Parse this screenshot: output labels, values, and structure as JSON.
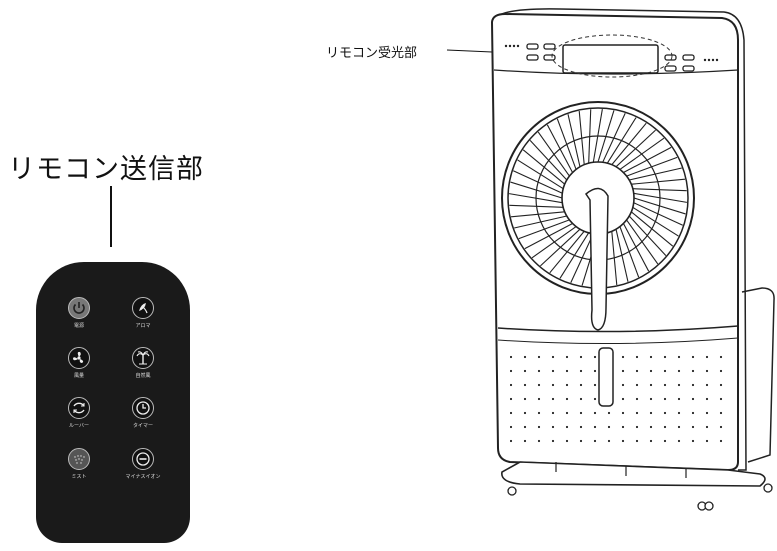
{
  "labels": {
    "remote_transmitter": "リモコン送信部",
    "remote_receiver": "リモコン受光部"
  },
  "remote": {
    "buttons": [
      {
        "label": "電源",
        "icon": "power-icon"
      },
      {
        "label": "アロマ",
        "icon": "aroma-icon"
      },
      {
        "label": "風量",
        "icon": "fan-speed-icon"
      },
      {
        "label": "自然風",
        "icon": "palm-tree-icon"
      },
      {
        "label": "ルーバー",
        "icon": "louver-icon"
      },
      {
        "label": "タイマー",
        "icon": "timer-icon"
      },
      {
        "label": "ミスト",
        "icon": "mist-icon"
      },
      {
        "label": "マイナスイオン",
        "icon": "minus-ion-icon"
      }
    ]
  }
}
